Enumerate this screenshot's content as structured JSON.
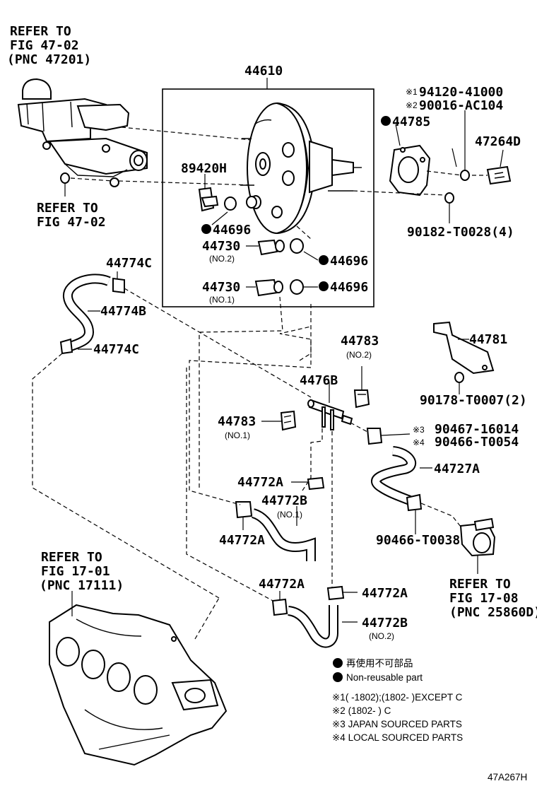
{
  "refers": {
    "r1": [
      "REFER TO",
      "FIG 47-02",
      "(PNC 47201)"
    ],
    "r2": [
      "REFER TO",
      "FIG 47-02"
    ],
    "r3": [
      "REFER TO",
      "FIG 17-01",
      "(PNC 17111)"
    ],
    "r4": [
      "REFER TO",
      "FIG 17-08",
      "(PNC 25860D)"
    ]
  },
  "parts": {
    "p44610": "44610",
    "p89420H": "89420H",
    "p44696a": "44696",
    "p44696b": "44696",
    "p44696c": "44696",
    "p44730a": "44730",
    "p44730a_sub": "(NO.2)",
    "p44730b": "44730",
    "p44730b_sub": "(NO.1)",
    "alt1_mark": "※1",
    "alt1_num": "94120-41000",
    "alt2_mark": "※2",
    "alt2_num": "90016-AC104",
    "p44785": "44785",
    "p47264D": "47264D",
    "p90182": "90182-T0028(4)",
    "p44774C_top": "44774C",
    "p44774B": "44774B",
    "p44774C_bot": "44774C",
    "p44783_no2": "44783",
    "p44783_no2_sub": "(NO.2)",
    "p44781": "44781",
    "p90178": "90178-T0007(2)",
    "p4476B": "4476B",
    "p44783_no1": "44783",
    "p44783_no1_sub": "(NO.1)",
    "alt3_mark": "※3",
    "alt3_num": "90467-16014",
    "alt4_mark": "※4",
    "alt4_num": "90466-T0054",
    "p44727A": "44727A",
    "p44772A_1": "44772A",
    "p44772B_1": "44772B",
    "p44772B_1_sub": "(NO.1)",
    "p44772A_2": "44772A",
    "p90466_T0038": "90466-T0038",
    "p44772A_3": "44772A",
    "p44772A_4": "44772A",
    "p44772B_2": "44772B",
    "p44772B_2_sub": "(NO.2)"
  },
  "legend": {
    "jp": "再使用不可部品",
    "en": "Non-reusable part",
    "n1": "※1(       -1802);(1802-       )EXCEPT C",
    "n2": "※2 (1802-       ) C",
    "n3": "※3  JAPAN SOURCED PARTS",
    "n4": "※4  LOCAL SOURCED PARTS"
  },
  "figure_id": "47A267H"
}
